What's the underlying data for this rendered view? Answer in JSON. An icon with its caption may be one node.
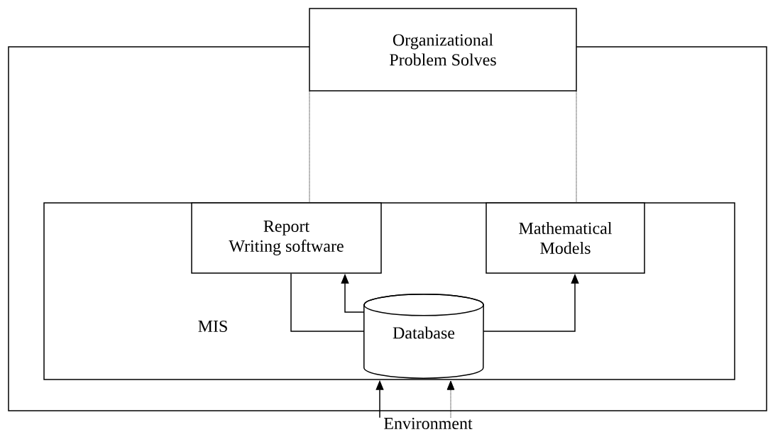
{
  "diagram": {
    "nodes": [
      {
        "text": [
          "Organizational Problem Solves"
        ]
      },
      {
        "text": [],
        "shape": "box"
      },
      {
        "text": [
          "MIS"
        ],
        "in": 1
      },
      {
        "text": [
          "Report Writing software"
        ],
        "in": 2
      },
      {
        "text": [
          "Mathematical Models"
        ],
        "in": 2
      },
      {
        "text": [
          "Database"
        ],
        "in": 2
      },
      {
        "text": [
          "Environment"
        ]
      }
    ],
    "edges": [
      {
        "from": 0,
        "to": 3,
        "arrow": "none",
        "style": "dashed"
      },
      {
        "from": 0,
        "to": 4,
        "arrow": "none",
        "style": "dashed"
      },
      {
        "from": 5,
        "to": 3,
        "arrow": "to"
      },
      {
        "from": 3,
        "to": 5,
        "arrow": "none"
      },
      {
        "from": 5,
        "to": 4,
        "arrow": "to"
      },
      {
        "from": 6,
        "to": 2,
        "arrow": "to"
      },
      {
        "from": 6,
        "to": 2,
        "arrow": "to",
        "style": "dashed"
      }
    ]
  }
}
